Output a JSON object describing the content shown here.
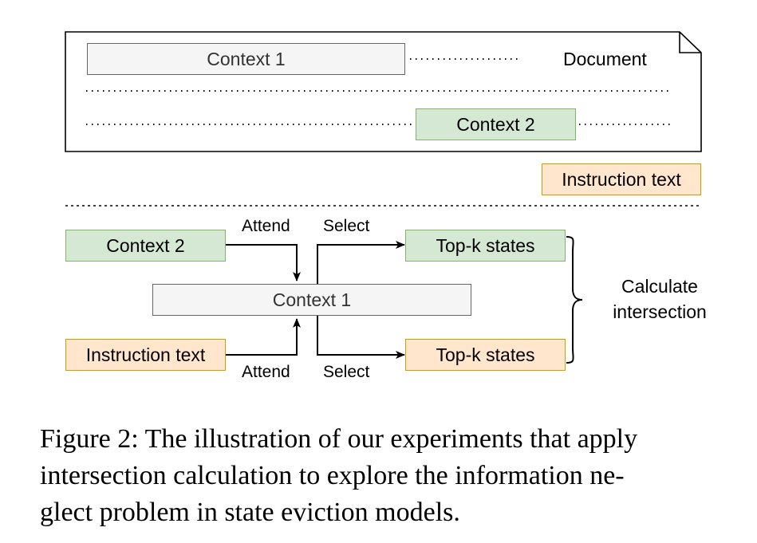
{
  "colors": {
    "gray_fill": "#f5f5f5",
    "gray_border": "#666666",
    "green_fill": "#d5e8d4",
    "green_border": "#82b366",
    "orange_fill": "#ffe6cc",
    "orange_border": "#d79b00"
  },
  "document": {
    "label": "Document",
    "context1": "Context 1",
    "context2": "Context 2"
  },
  "instruction_top": "Instruction text",
  "flow": {
    "context2": "Context 2",
    "instruction": "Instruction text",
    "context1": "Context 1",
    "topk_top": "Top-k states",
    "topk_bottom": "Top-k states",
    "attend_top": "Attend",
    "attend_bottom": "Attend",
    "select_top": "Select",
    "select_bottom": "Select",
    "calc_line1": "Calculate",
    "calc_line2": "intersection"
  },
  "caption": {
    "line1": "Figure 2: The illustration of our experiments that apply",
    "line2": "intersection calculation to explore the information ne-",
    "line3": "glect problem in state eviction models."
  }
}
